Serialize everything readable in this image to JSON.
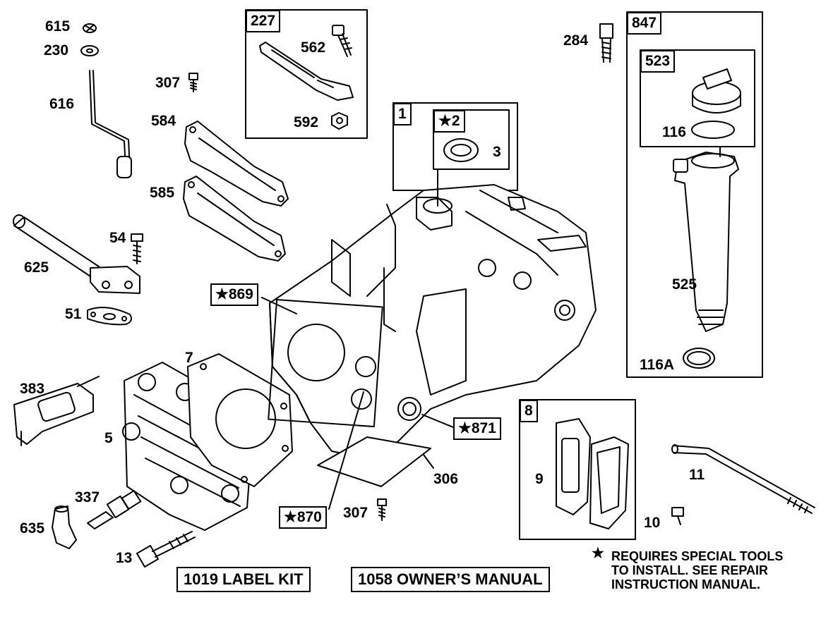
{
  "callouts": {
    "p615": "615",
    "p230": "230",
    "p616": "616",
    "p307a": "307",
    "p584": "584",
    "p585": "585",
    "p54": "54",
    "p625": "625",
    "p51": "51",
    "p383": "383",
    "p5": "5",
    "p7": "7",
    "p337": "337",
    "p635": "635",
    "p13": "13",
    "p307b": "307",
    "p306": "306",
    "p562": "562",
    "p592": "592",
    "p3": "3",
    "p284": "284",
    "p116": "116",
    "p525": "525",
    "p116a": "116A",
    "p9": "9",
    "p11": "11",
    "p10": "10"
  },
  "boxes": {
    "b227": "227",
    "b1": "1",
    "b2": "2",
    "b847": "847",
    "b523": "523",
    "b8": "8",
    "b869": "869",
    "b871": "871",
    "b870": "870"
  },
  "star_glyph": "★",
  "note": {
    "line1": "REQUIRES SPECIAL TOOLS",
    "line2": "TO INSTALL.  SEE REPAIR",
    "line3": "INSTRUCTION MANUAL."
  },
  "kits": {
    "label_kit": "1019 LABEL KIT",
    "owners_manual": "1058 OWNER’S MANUAL"
  }
}
